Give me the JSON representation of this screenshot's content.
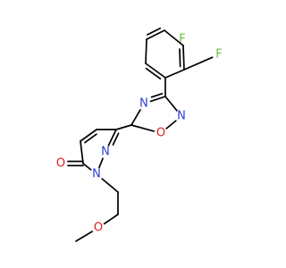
{
  "molecule": {
    "atom_labels": {
      "f1": "F",
      "f2": "F",
      "n_ring_a": "N",
      "n_ring_b": "N",
      "o_ring": "O",
      "n_pyr_a": "N",
      "n_pyr_b": "N",
      "o_carbonyl": "O",
      "o_ether": "O"
    },
    "colors": {
      "bond": "#000000",
      "fluorine": "#6bbf3a",
      "nitrogen": "#2b3fd6",
      "oxygen": "#e01b1b"
    }
  }
}
